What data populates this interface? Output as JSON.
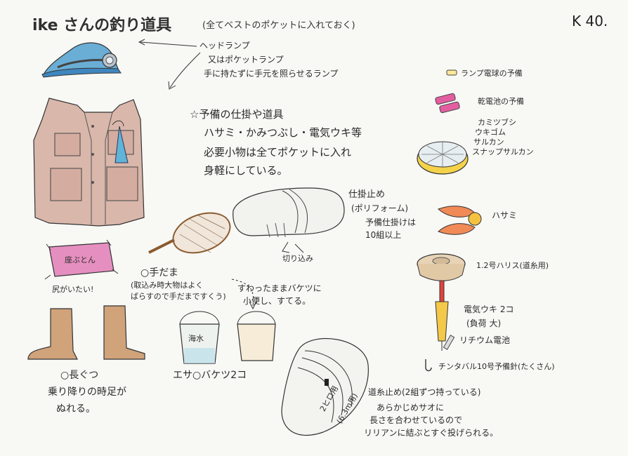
{
  "title": {
    "main": "ike さんの釣り道具",
    "sub": "(全てベストのポケットに入れておく)",
    "signature": "K 40."
  },
  "headlamp": {
    "line1": "ヘッドランプ",
    "line2": "又はポケットランプ",
    "line3": "手に持たずに手元を照らせるランプ"
  },
  "spares": {
    "line1": "☆予備の仕掛や道具",
    "line2": "ハサミ・かみつぶし・電気ウキ等",
    "line3": "必要小物は全てポケットに入れ",
    "line4": "身軽にしている。"
  },
  "cushion": {
    "label": "座ぶとん",
    "note": "尻がいたい!"
  },
  "landing_net": {
    "title": "○手だま",
    "line1": "(取込み時大物はよく",
    "line2": "ばらすので手だまですくう)"
  },
  "boots": {
    "title": "○長ぐつ",
    "line1": "乗り降りの時足が",
    "line2": "ぬれる。"
  },
  "buckets": {
    "label": "エサ○バケツ2コ",
    "tag": "海水",
    "note1": "すわったままバケツに",
    "note2": "小便し、すてる。"
  },
  "rig_holder": {
    "line1": "仕掛止め",
    "line2": "(ポリフォーム)",
    "line3": "予備仕掛けは",
    "line4": "10組以上",
    "cut_note": "切り込み"
  },
  "items": {
    "lamp_bulb": "ランプ電球の予備",
    "battery": "乾電池の予備",
    "sinker1": "カミツブシ",
    "sinker2": "ウキゴム",
    "sinker3": "サルカン",
    "sinker4": "スナップサルカン",
    "scissors": "ハサミ",
    "harisu": "1.2号ハリス(道糸用)",
    "float1": "電気ウキ 2コ",
    "float2": "(負荷 大)",
    "float3": "リチウム電池",
    "hooks": "チンタバル10号予備針(たくさん)"
  },
  "line_holder": {
    "tag": "2ヒロ用",
    "tag2": "(6.3m用)",
    "line1": "道糸止め(2組ずつ持っている)",
    "line2": "あらかじめサオに",
    "line3": "長さを合わせているので",
    "line4": "リリアンに結ぶとすぐ投げられる。"
  }
}
